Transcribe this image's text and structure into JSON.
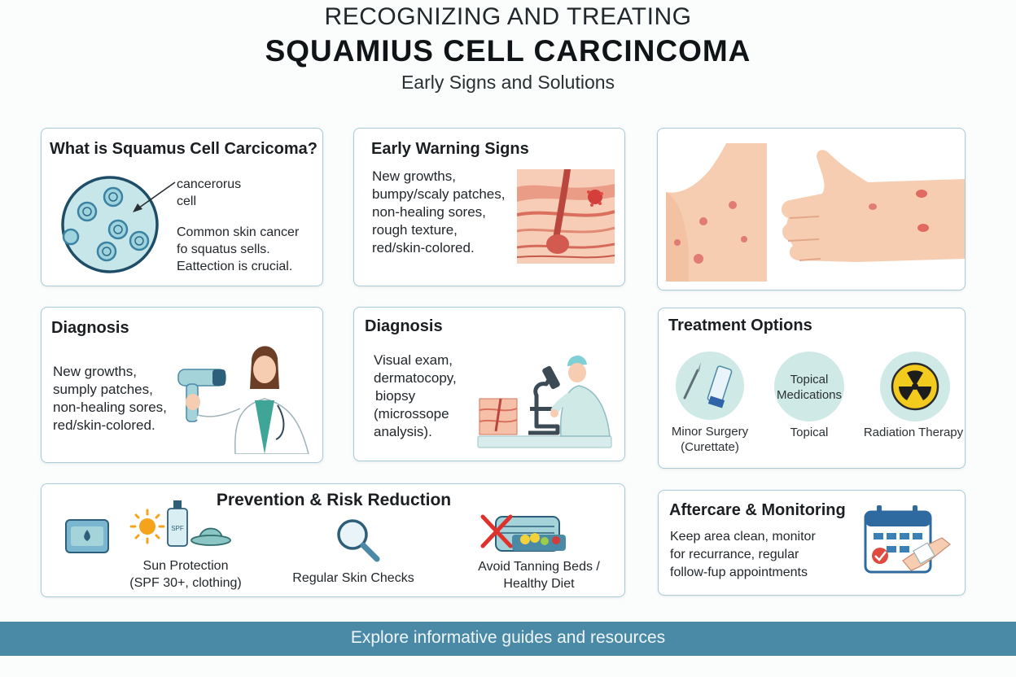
{
  "header": {
    "line1": "RECOGNIZING AND TREATING",
    "line2": "SQUAMΙUS CELL CARCINCOMA",
    "line3": "Early Signs and Solutions"
  },
  "what_is": {
    "title": "What is Squamus Cell Carcicoma?",
    "cell_label": [
      "cancerorus",
      "cell"
    ],
    "desc": [
      "Common skin cancer",
      "fo squatus sells.",
      "Eattection is crucial."
    ]
  },
  "warning": {
    "title": "Early Warning Signs",
    "lines": [
      "New growths,",
      "bumpy/scaly patches,",
      "non-healing sores,",
      "rough texture,",
      "red/skin-colored."
    ]
  },
  "diagnosis_left": {
    "title": "Diagnosis",
    "lines": [
      "New growths,",
      "sumply patches,",
      "non-healing sores,",
      "red/skin-colored."
    ]
  },
  "diagnosis_mid": {
    "title": "Diagnosis",
    "lines": [
      "Visual exam,",
      "dermatocopy,",
      "biopsy",
      "(microssope",
      "analysis)."
    ]
  },
  "treatment": {
    "title": "Treatment Options",
    "options": [
      {
        "label": [
          "Minor Surgery",
          "(Curettate)"
        ],
        "icon": "scalpel-icon"
      },
      {
        "label": [
          "Topical"
        ],
        "circle_text": [
          "Topical",
          "Medications"
        ],
        "icon": "cream-icon"
      },
      {
        "label": [
          "Radiation Therapy"
        ],
        "icon": "radiation-icon"
      }
    ]
  },
  "prevention": {
    "title": "Prevention & Risk Reduction",
    "items": [
      {
        "label": [
          "Sun Protection",
          "(SPF 30+, clothing)"
        ]
      },
      {
        "label": [
          "Regular Skin Checks"
        ]
      },
      {
        "label": [
          "Avoid Tanning Beds /",
          "Healthy Diet"
        ]
      }
    ],
    "bottle_label": "SPF"
  },
  "aftercare": {
    "title": "Aftercare & Monitoring",
    "lines": [
      "Keep area clean, monitor",
      "for recurrance, regular",
      "follow-fup appointments"
    ]
  },
  "footer": {
    "link": "Explore informative guides and resources"
  },
  "colors": {
    "accent": "#4b8aa6",
    "card_border": "#a9cbd6",
    "skin": "#f6cdb0",
    "lesion": "#e0605c",
    "teal": "#cfe9e6"
  }
}
